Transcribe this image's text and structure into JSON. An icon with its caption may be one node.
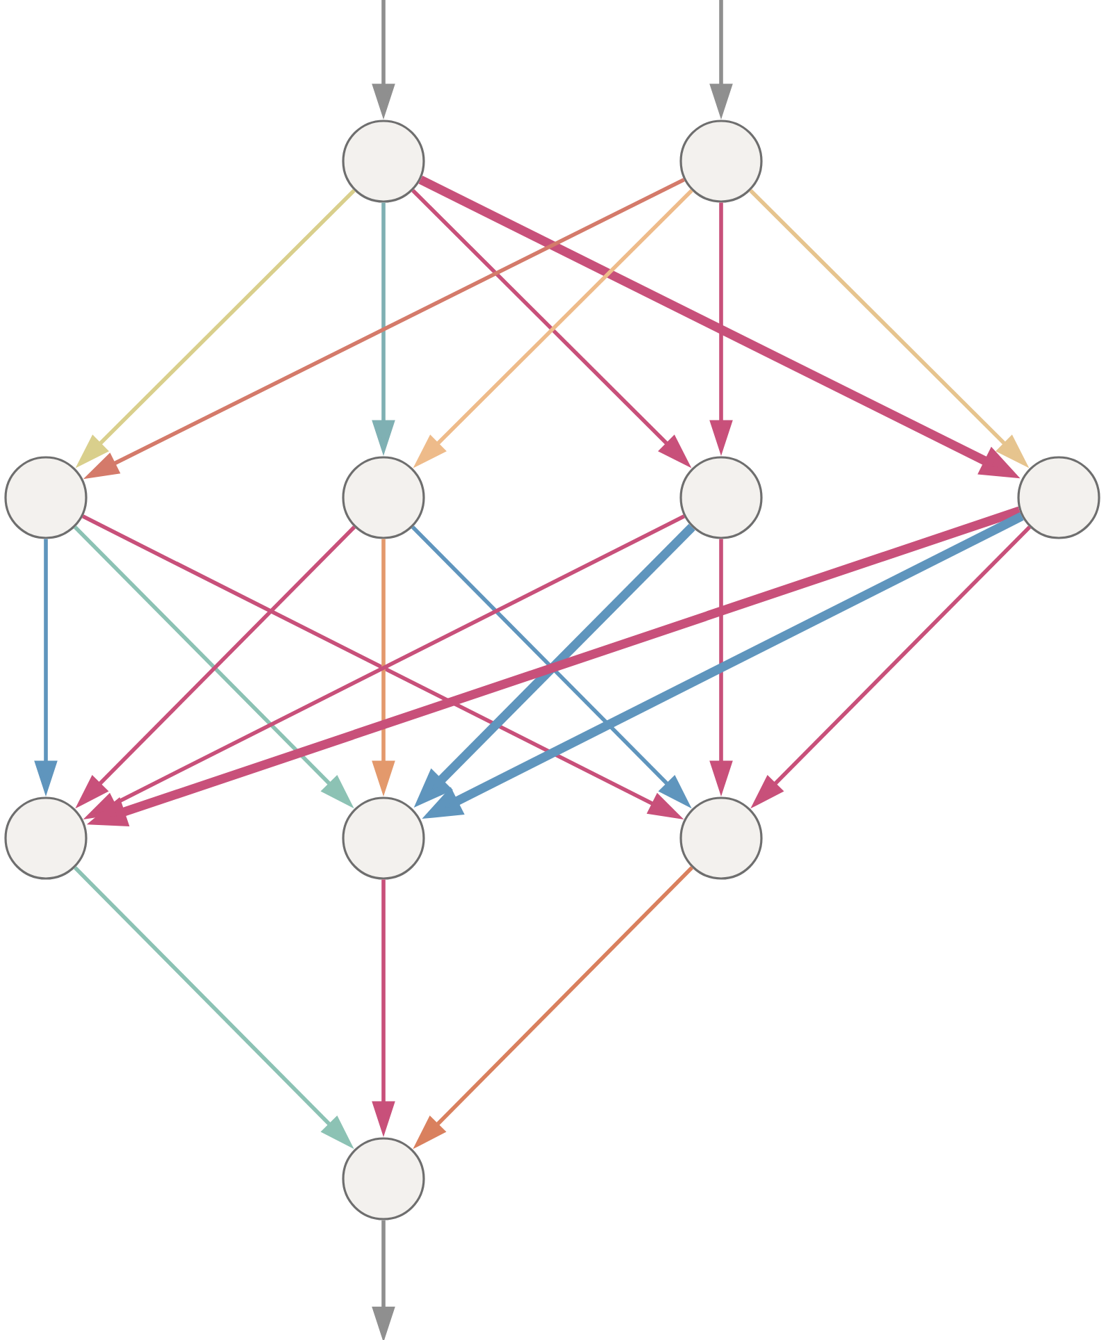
{
  "diagram": {
    "nodes": [
      {
        "text": [],
        "shape": "circle"
      },
      {
        "text": [],
        "shape": "circle"
      },
      {
        "text": [],
        "shape": "circle"
      },
      {
        "text": [],
        "shape": "circle"
      },
      {
        "text": [],
        "shape": "circle"
      },
      {
        "text": [],
        "shape": "circle"
      },
      {
        "text": [],
        "shape": "circle"
      },
      {
        "text": [],
        "shape": "circle"
      },
      {
        "text": [],
        "shape": "circle"
      },
      {
        "text": [],
        "shape": "circle"
      }
    ],
    "edges": [
      {
        "from": null,
        "to": 0,
        "arrow": "to",
        "color": "#8f8f8f"
      },
      {
        "from": null,
        "to": 1,
        "arrow": "to",
        "color": "#8f8f8f"
      },
      {
        "from": 0,
        "to": 2,
        "arrow": "to",
        "color": "#d9cf8c"
      },
      {
        "from": 0,
        "to": 3,
        "arrow": "to",
        "color": "#7fb0b3"
      },
      {
        "from": 0,
        "to": 4,
        "arrow": "to"
      },
      {
        "from": 0,
        "to": 5,
        "arrow": "to",
        "style": "thick"
      },
      {
        "from": 1,
        "to": 2,
        "arrow": "to",
        "color": "#d47a6a"
      },
      {
        "from": 1,
        "to": 3,
        "arrow": "to",
        "color": "#eebb8a"
      },
      {
        "from": 1,
        "to": 4,
        "arrow": "to"
      },
      {
        "from": 1,
        "to": 5,
        "arrow": "to",
        "color": "#e6c48e"
      },
      {
        "from": 2,
        "to": 6,
        "arrow": "to",
        "color": "#5f95bd"
      },
      {
        "from": 2,
        "to": 7,
        "arrow": "to",
        "color": "#8cc2b4"
      },
      {
        "from": 2,
        "to": 8,
        "arrow": "to"
      },
      {
        "from": 3,
        "to": 6,
        "arrow": "to"
      },
      {
        "from": 3,
        "to": 7,
        "arrow": "to",
        "color": "#e3996c"
      },
      {
        "from": 3,
        "to": 8,
        "arrow": "to",
        "color": "#5f95bd"
      },
      {
        "from": 4,
        "to": 6,
        "arrow": "to"
      },
      {
        "from": 4,
        "to": 7,
        "arrow": "to",
        "style": "thick",
        "color": "#5f95bd"
      },
      {
        "from": 4,
        "to": 8,
        "arrow": "to"
      },
      {
        "from": 5,
        "to": 6,
        "arrow": "to",
        "style": "thick"
      },
      {
        "from": 5,
        "to": 7,
        "arrow": "to",
        "style": "thick",
        "color": "#5f95bd"
      },
      {
        "from": 5,
        "to": 8,
        "arrow": "to"
      },
      {
        "from": 6,
        "to": 9,
        "arrow": "to",
        "color": "#8cc2b4"
      },
      {
        "from": 7,
        "to": 9,
        "arrow": "to"
      },
      {
        "from": 8,
        "to": 9,
        "arrow": "to",
        "color": "#d9805e"
      },
      {
        "from": 9,
        "to": null,
        "arrow": "to",
        "color": "#8f8f8f"
      }
    ]
  }
}
